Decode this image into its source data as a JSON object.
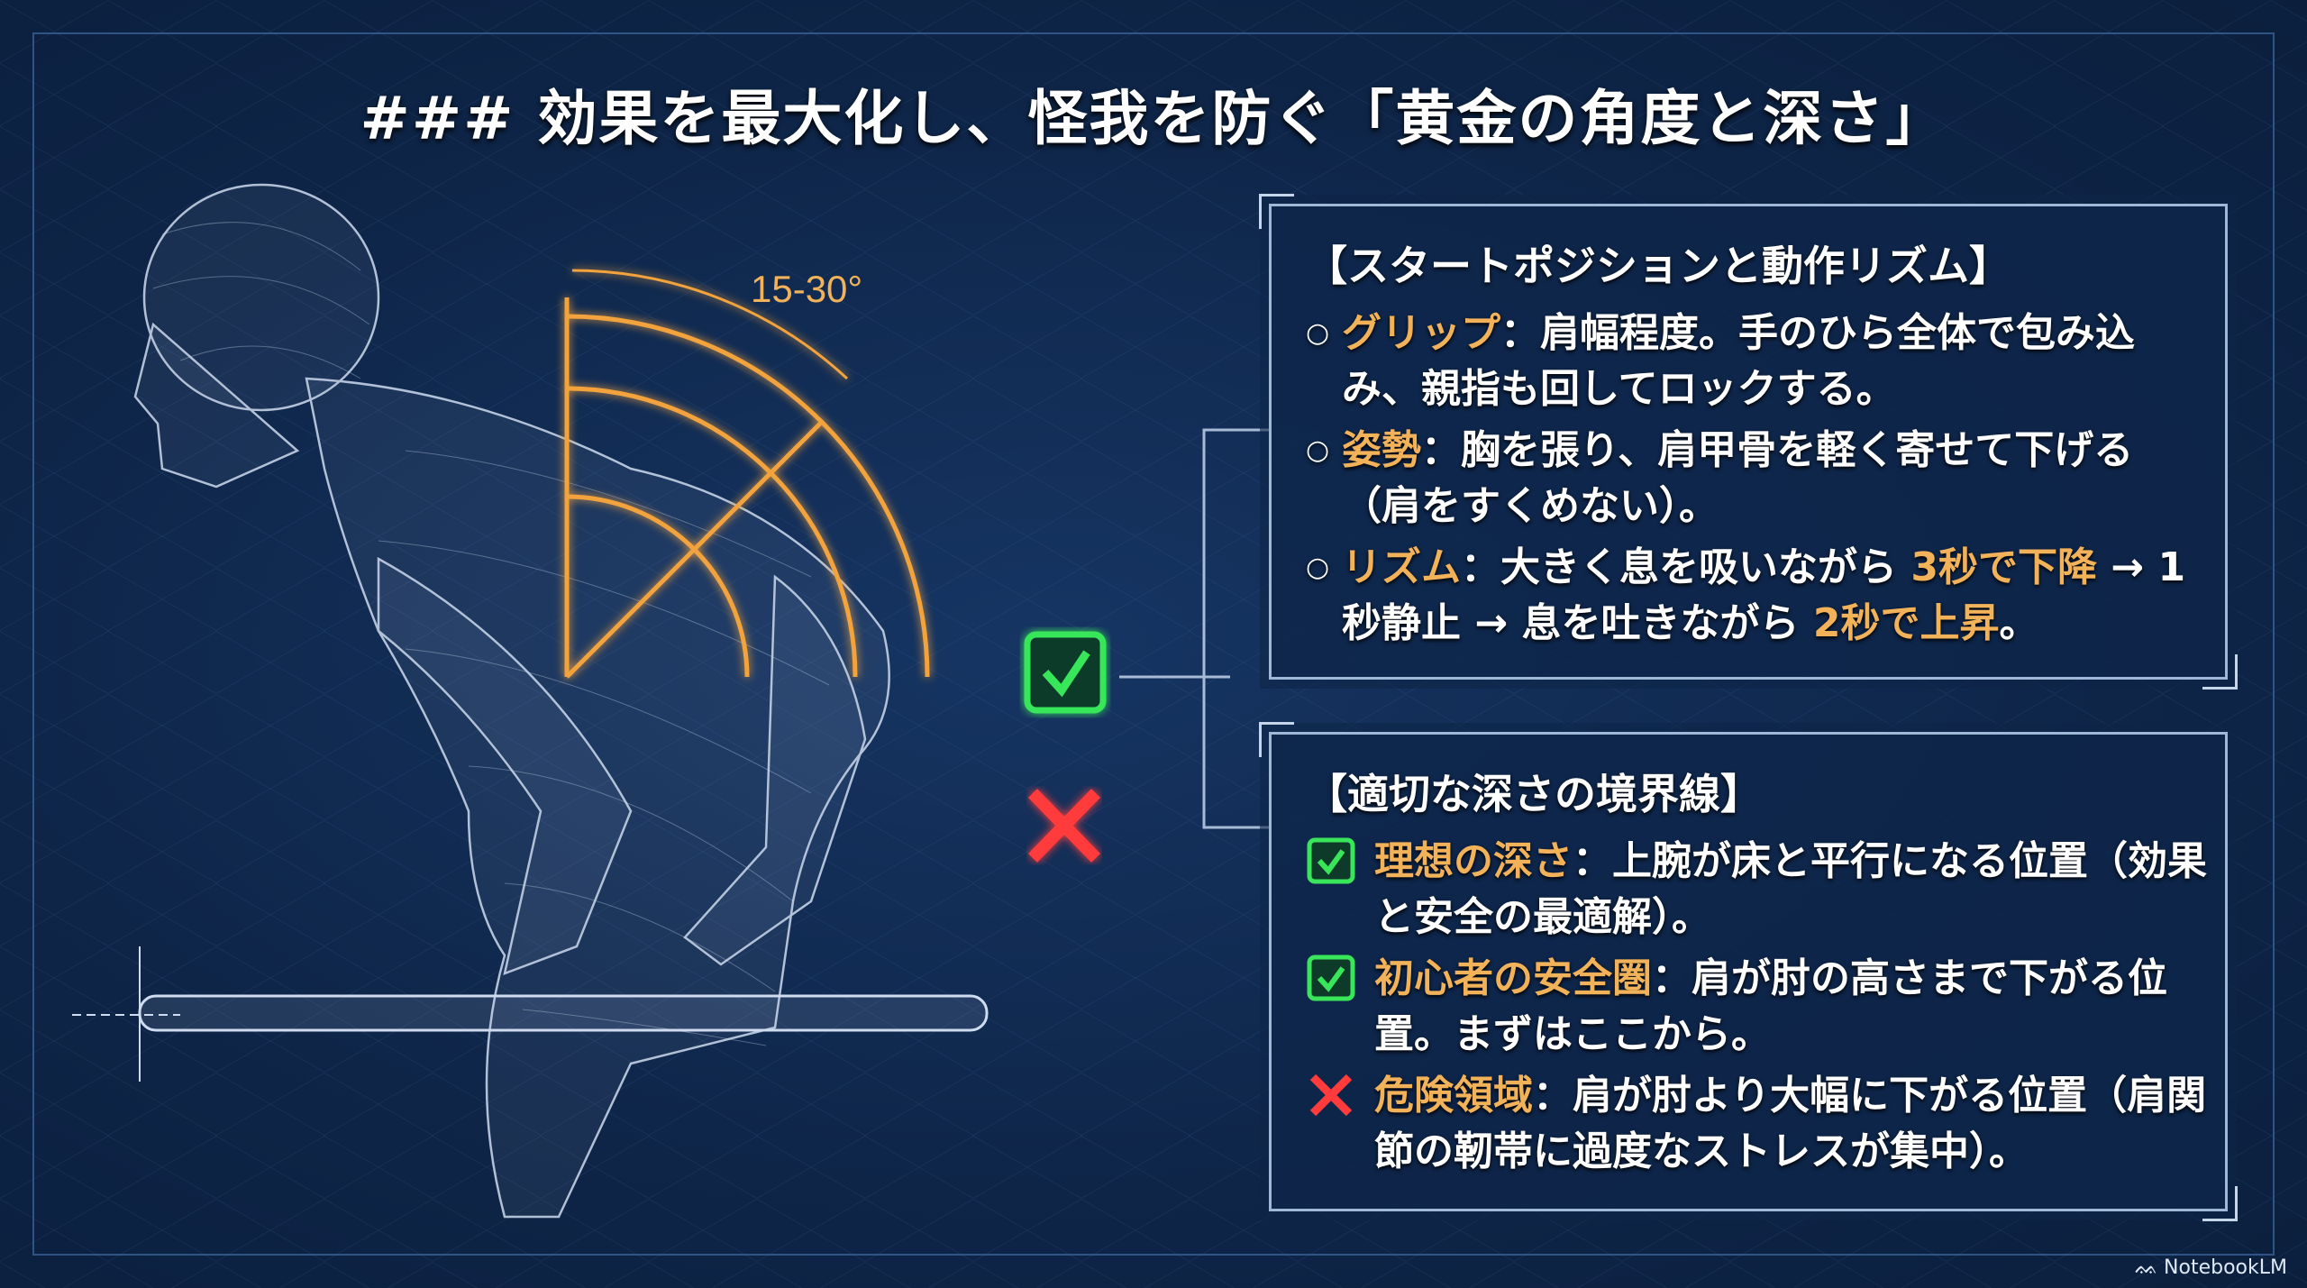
{
  "title": "### 効果を最大化し、怪我を防ぐ「黄金の角度と深さ」",
  "protractor": {
    "label": "15-30°"
  },
  "colors": {
    "accent_orange": "#f2b25a",
    "good_green": "#39e65a",
    "bad_red": "#ff3b3b",
    "background": "#0e2548"
  },
  "start_position": {
    "heading": "【スタートポジションと動作リズム】",
    "items": [
      {
        "icon": "circle-bullet",
        "label": "グリップ",
        "sep": "：",
        "text": "肩幅程度。手のひら全体で包み込み、親指も回してロックする。"
      },
      {
        "icon": "circle-bullet",
        "label": "姿勢",
        "sep": "：",
        "text": "胸を張り、肩甲骨を軽く寄せて下げる（肩をすくめない）。"
      },
      {
        "icon": "circle-bullet",
        "label": "リズム",
        "sep": "：",
        "text_a": "大きく息を吸いながら ",
        "hl_a": "3秒で下降",
        "text_b": " → 1秒静止 → 息を吐きながら ",
        "hl_b": "2秒で上昇",
        "text_c": "。"
      }
    ]
  },
  "depth": {
    "heading": "【適切な深さの境界線】",
    "items": [
      {
        "icon": "check-icon",
        "label": "理想の深さ",
        "sep": "：",
        "text": "上腕が床と平行になる位置（効果と安全の最適解）。"
      },
      {
        "icon": "check-icon",
        "label": "初心者の安全圏",
        "sep": "：",
        "text": "肩が肘の高さまで下がる位置。まずはここから。"
      },
      {
        "icon": "cross-icon",
        "label": "危険領域",
        "sep": "：",
        "text": "肩が肘より大幅に下がる位置（肩関節の靭帯に過度なストレスが集中）。"
      }
    ]
  },
  "footer": {
    "brand": "NotebookLM"
  }
}
